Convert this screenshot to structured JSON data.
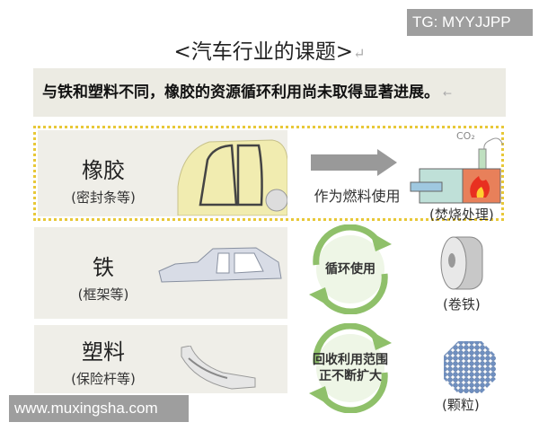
{
  "watermark_top": "TG: MYYJJPP",
  "title": "<汽车行业的课题>",
  "return_mark": "↵",
  "banner": "与铁和塑料不同，橡胶的资源循环利用尚未取得显著进展。",
  "banner_mark": "←",
  "rows": [
    {
      "material": "橡胶",
      "part": "(密封条等)",
      "process": "作为燃料使用",
      "result": "(焚烧处理)",
      "co2": "CO₂"
    },
    {
      "material": "铁",
      "part": "(框架等)",
      "process": "循环使用",
      "result": "(卷铁)"
    },
    {
      "material": "塑料",
      "part": "(保险杆等)",
      "process_line1": "回收利用范围",
      "process_line2": "正不断扩大",
      "result": "(颗粒)"
    }
  ],
  "watermark_bottom": "www.muxingsha.com",
  "colors": {
    "highlight_border": "#e8c838",
    "panel_bg": "#efeee8",
    "cycle_arrow": "#8fc06a",
    "arrow": "#999999"
  }
}
